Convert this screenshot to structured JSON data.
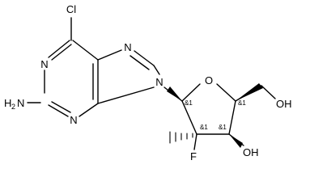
{
  "molecule": {
    "atoms": {
      "cl": "Cl",
      "n1": "N",
      "n3": "N",
      "n7": "N",
      "n9": "N",
      "nh2_n": "N",
      "nh2_h": "H",
      "nh2_sub": "2",
      "o_ring": "O",
      "oh_5": "OH",
      "oh_3": "OH",
      "f": "F"
    },
    "stereo_labels": {
      "c1": "&1",
      "c2": "&1",
      "c3": "&1",
      "c4": "&1"
    }
  }
}
